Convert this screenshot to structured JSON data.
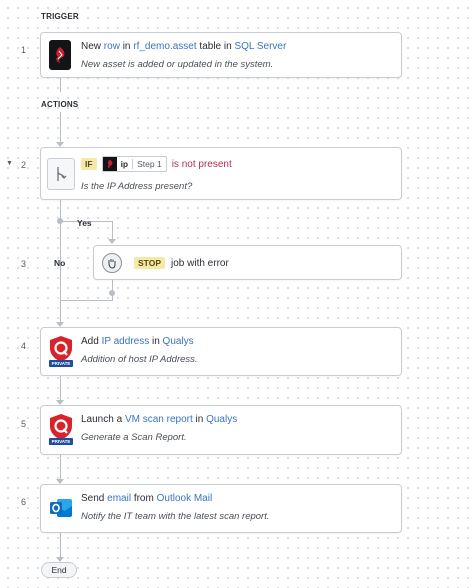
{
  "sections": {
    "trigger": "TRIGGER",
    "actions": "ACTIONS"
  },
  "steps": [
    {
      "number": "1",
      "line1": {
        "pre": "New ",
        "dp1": "row",
        "mid1": " in ",
        "dp2": "rf_demo.asset",
        "mid2": " table in ",
        "dp3": "SQL Server"
      },
      "subtitle": "New asset is added or updated in the system.",
      "icon": "sql-server-icon"
    },
    {
      "number": "2",
      "if_label": "IF",
      "datapill_name": "ip",
      "datapill_step": "Step 1",
      "condition": "is not present",
      "subtitle": "Is the IP Address present?",
      "icon": "branch-icon"
    },
    {
      "number": "3",
      "stop_label": "STOP",
      "text": "job with error",
      "icon": "stop-hand-icon"
    },
    {
      "number": "4",
      "line1": {
        "pre": "Add ",
        "dp1": "IP address",
        "mid1": " in ",
        "dp2": "Qualys"
      },
      "subtitle": "Addition of host IP Address.",
      "badge": "PRIVATE",
      "icon": "qualys-icon"
    },
    {
      "number": "5",
      "line1": {
        "pre": "Launch a ",
        "dp1": "VM scan report",
        "mid1": " in ",
        "dp2": "Qualys"
      },
      "subtitle": "Generate a Scan Report.",
      "badge": "PRIVATE",
      "icon": "qualys-icon"
    },
    {
      "number": "6",
      "line1": {
        "pre": "Send ",
        "dp1": "email",
        "mid1": " from ",
        "dp2": "Outlook Mail"
      },
      "subtitle": "Notify the IT team with the latest scan report.",
      "icon": "outlook-icon"
    }
  ],
  "branches": {
    "yes": "Yes",
    "no": "No"
  },
  "end_label": "End",
  "colors": {
    "datapill": "#3a73c4",
    "condition": "#b03050",
    "qualys_red": "#d8232a",
    "outlook_blue": "#0f6cbd",
    "pill_yellow": "#f5e8a8"
  }
}
